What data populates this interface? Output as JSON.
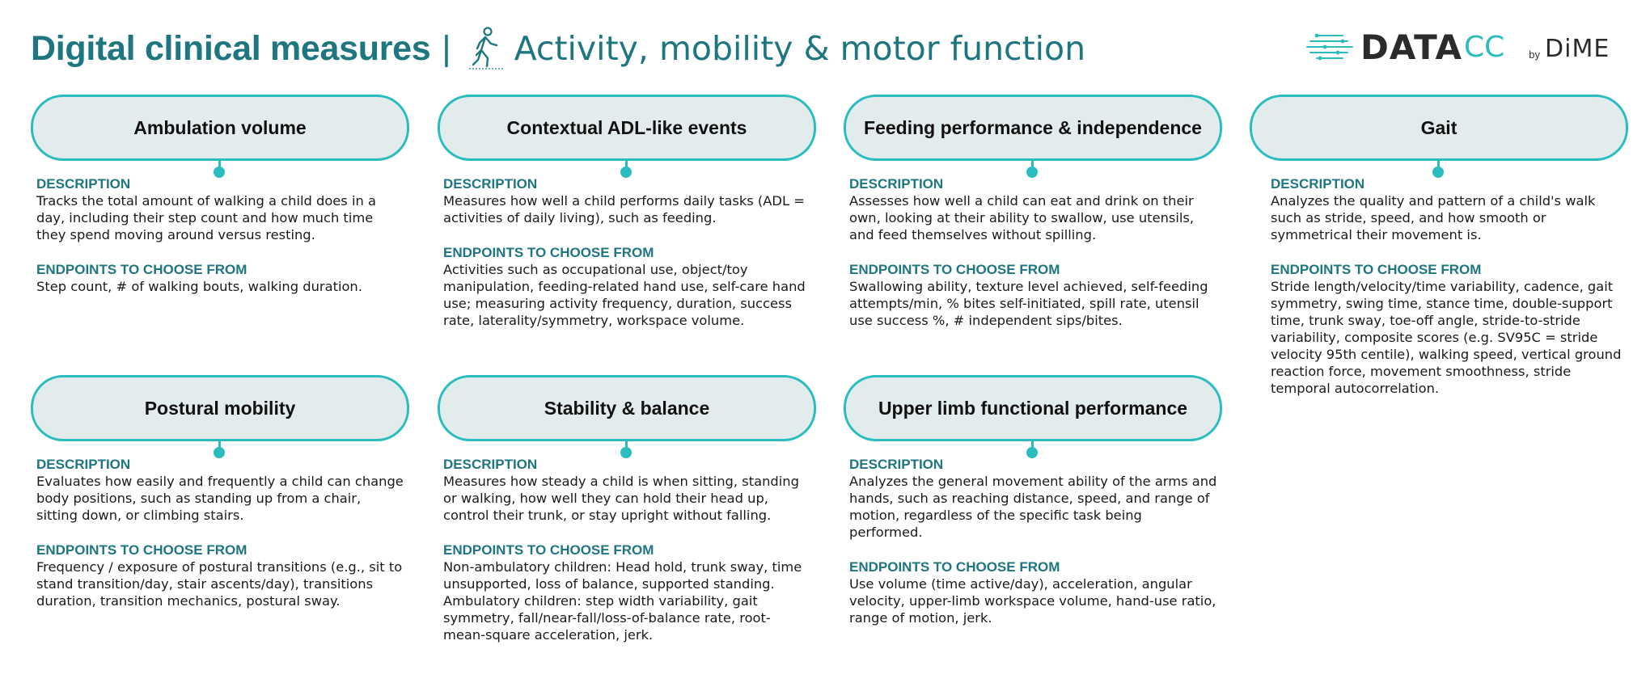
{
  "header": {
    "title_bold": "Digital clinical measures",
    "separator": "|",
    "title_light": "Activity, mobility & motor function"
  },
  "logo": {
    "data": "DATA",
    "cc": "CC",
    "by": "by",
    "dime": "DiME"
  },
  "labels": {
    "description": "DESCRIPTION",
    "endpoints": "ENDPOINTS TO CHOOSE FROM"
  },
  "cards": [
    {
      "title": "Ambulation volume",
      "description": "Tracks the total amount of walking a child does in a day, including their step count and how much time they spend moving around versus resting.",
      "endpoints": "Step count, # of walking bouts, walking duration."
    },
    {
      "title": "Contextual ADL-like events",
      "description": "Measures how well a child performs daily tasks (ADL = activities of daily living), such as feeding.",
      "endpoints": "Activities such as occupational use, object/toy manipulation, feeding-related hand use, self-care hand use; measuring activity frequency, duration, success rate, laterality/symmetry, workspace volume."
    },
    {
      "title": "Feeding performance & independence",
      "description": "Assesses how well a child can eat and drink on their own, looking at their ability to swallow, use utensils, and feed themselves without spilling.",
      "endpoints": "Swallowing ability, texture level achieved, self-feeding attempts/min, % bites self-initiated, spill rate, utensil use success %, # independent sips/bites."
    },
    {
      "title": "Gait",
      "description": "Analyzes the quality and pattern of a child's walk such as stride, speed, and how smooth or symmetrical their movement is.",
      "endpoints": "Stride length/velocity/time variability, cadence, gait symmetry, swing time, stance time, double-support time, trunk sway, toe-off angle, stride-to-stride variability, composite scores (e.g. SV95C = stride velocity 95th centile), walking speed, vertical ground reaction force, movement smoothness, stride temporal autocorrelation."
    },
    {
      "title": "Postural mobility",
      "description": "Evaluates how easily and frequently a child can change body positions, such as standing up from a chair, sitting down, or climbing stairs.",
      "endpoints": "Frequency / exposure of postural transitions (e.g., sit to stand transition/day, stair ascents/day), transitions duration, transition mechanics, postural sway."
    },
    {
      "title": "Stability & balance",
      "description": "Measures how steady a child is when sitting, standing or walking, how well they can hold their head up, control their trunk, or stay upright without falling.",
      "endpoints": "Non-ambulatory children: Head hold, trunk sway, time unsupported, loss of balance, supported standing. Ambulatory children: step width variability, gait symmetry, fall/near-fall/loss-of-balance rate, root-mean-square acceleration, jerk."
    },
    {
      "title": "Upper limb functional performance",
      "description": "Analyzes the general movement ability of the arms and hands, such as reaching distance, speed, and range of motion, regardless of the specific task being performed.",
      "endpoints": "Use volume (time active/day), acceleration, angular velocity, upper-limb workspace volume, hand-use ratio, range of motion, jerk."
    }
  ]
}
